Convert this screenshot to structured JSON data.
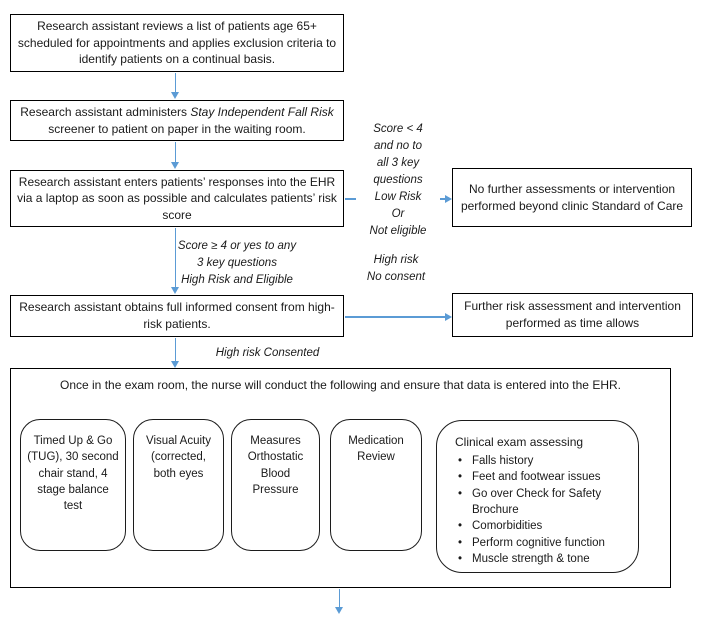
{
  "flowchart": {
    "steps": {
      "review": "Research assistant reviews a list of patients age 65+ scheduled for appointments and applies exclusion criteria to identify patients on a continual basis.",
      "screener_prefix": "Research assistant administers ",
      "screener_italic": "Stay Independent Fall Risk",
      "screener_suffix": " screener to patient on paper in the waiting room.",
      "ehr_entry": "Research assistant enters patients’ responses into the EHR via a laptop as soon as possible and calculates patients’ risk score",
      "consent": "Research assistant obtains full informed consent from high-risk patients.",
      "no_further_care": "No further assessments or intervention performed beyond clinic Standard of Care",
      "further_risk": "Further risk assessment and intervention performed as time allows"
    },
    "labels": {
      "low_risk_lines": [
        "Score < 4",
        "and no to",
        "all 3 key",
        "questions",
        "Low Risk",
        "Or",
        "Not eligible"
      ],
      "high_risk_eligible_lines": [
        "Score ≥ 4 or yes to any",
        "3 key questions",
        "High Risk and Eligible"
      ],
      "high_risk_no_consent_lines": [
        "High risk",
        "No consent"
      ],
      "high_risk_consented": "High risk Consented"
    },
    "exam": {
      "header": "Once in the exam room, the nurse will conduct the following and ensure that data is entered into the EHR.",
      "cards": [
        "Timed Up & Go (TUG), 30 second chair stand, 4 stage balance test",
        "Visual Acuity (corrected, both eyes",
        "Measures Orthostatic Blood Pressure",
        "Medication Review"
      ],
      "clinical_title": "Clinical exam assessing",
      "clinical_bullets": [
        "Falls history",
        "Feet and footwear issues",
        "Go over Check for Safety Brochure",
        "Comorbidities",
        "Perform cognitive function",
        "Muscle strength & tone"
      ]
    },
    "colors": {
      "arrow": "#5b9bd5",
      "border": "#000000",
      "background": "#ffffff"
    }
  }
}
